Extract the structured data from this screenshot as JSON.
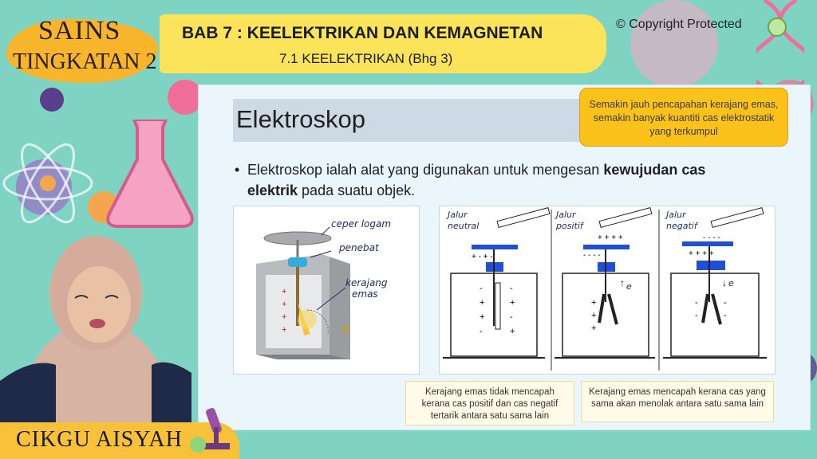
{
  "header": {
    "subject_line1": "SAINS",
    "subject_line2": "TINGKATAN 2",
    "chapter_title": "BAB 7 : KEELEKTRIKAN DAN KEMAGNETAN",
    "section_title": "7.1 KEELEKTRIKAN (Bhg 3)",
    "copyright": "© Copyright Protected"
  },
  "slide": {
    "heading": "Elektroskop",
    "top_note": "Semakin jauh pencapahan kerajang emas, semakin banyak kuantiti cas elektrostatik yang terkumpul",
    "bullet_prefix": "Elektroskop ialah alat yang digunakan untuk mengesan ",
    "bullet_bold": "kewujudan cas elektrik",
    "bullet_suffix": " pada suatu objek.",
    "figure_left_labels": {
      "cap": "ceper logam",
      "insulator": "penebat",
      "leaf1": "kerajang",
      "leaf2": "emas"
    },
    "figure_right_labels": {
      "neutral1": "Jalur",
      "neutral2": "neutral",
      "positive1": "Jalur",
      "positive2": "positif",
      "negative1": "Jalur",
      "negative2": "negatif",
      "electron": "e"
    },
    "caption_left": "Kerajang emas tidak mencapah kerana cas positif dan cas negatif tertarik antara satu sama lain",
    "caption_right": "Kerajang emas mencapah kerana cas yang sama akan menolak antara satu sama lain"
  },
  "presenter": {
    "name": "CIKGU AISYAH"
  },
  "colors": {
    "background": "#7fd3c2",
    "accent_yellow": "#fbc21c",
    "banner_yellow": "#fbe35a",
    "handwriting_blue": "#1e2a66",
    "plate_blue": "#1f4fd6"
  }
}
